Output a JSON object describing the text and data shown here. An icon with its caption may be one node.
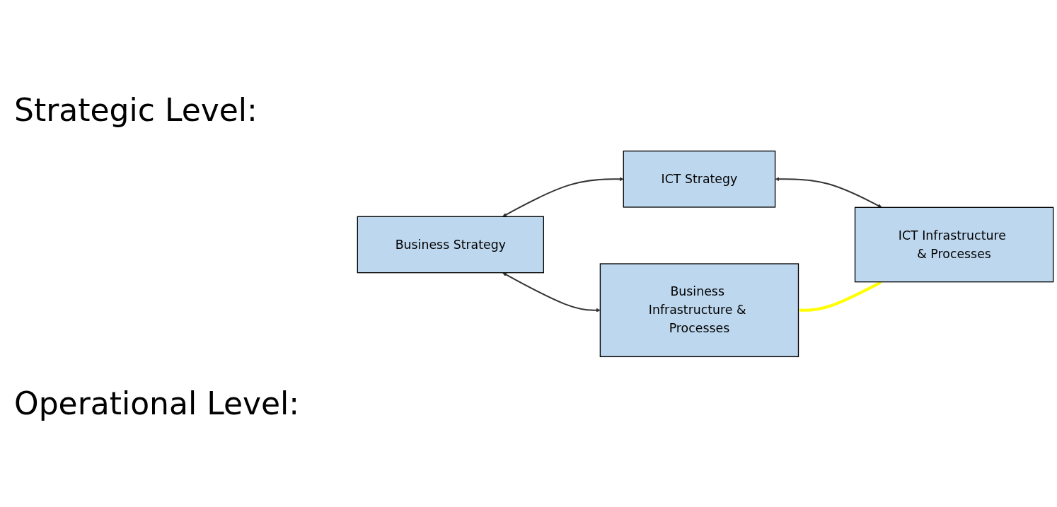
{
  "diagram": {
    "nodes": [
      {
        "text": [
          "Business Strategy"
        ]
      },
      {
        "text": [
          "ICT Strategy"
        ]
      },
      {
        "text": [
          "Business Infrastructure & Processes"
        ]
      },
      {
        "text": [
          "ICT Infrastructure & Processes"
        ]
      }
    ],
    "edges": [
      {
        "from": 0,
        "to": 1,
        "arrow": "both"
      },
      {
        "from": 0,
        "to": 2,
        "arrow": "both"
      },
      {
        "from": 1,
        "to": 3,
        "arrow": "both"
      },
      {
        "from": 2,
        "to": 3,
        "arrow": "both",
        "color": "#ffff00"
      }
    ],
    "labels": [
      "Strategic Level:",
      "Operational Level:"
    ]
  }
}
